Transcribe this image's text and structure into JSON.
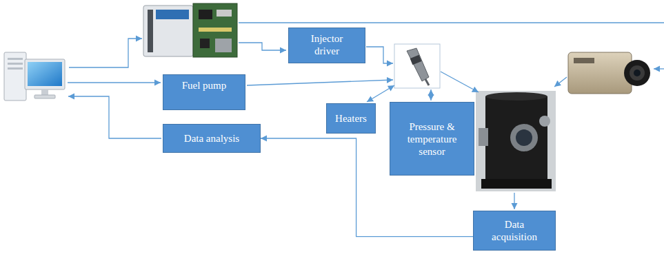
{
  "diagram": {
    "nodes": [
      {
        "text": [
          "Injector driver"
        ]
      },
      {
        "text": [
          "Fuel pump"
        ]
      },
      {
        "text": [
          "Heaters"
        ]
      },
      {
        "text": [
          "Pressure & temperature sensor"
        ]
      },
      {
        "text": [
          "Data analysis"
        ]
      },
      {
        "text": [
          "Data acquisition"
        ]
      }
    ],
    "edges": [
      {
        "from": 5,
        "to": 4,
        "arrow": "to"
      }
    ]
  }
}
